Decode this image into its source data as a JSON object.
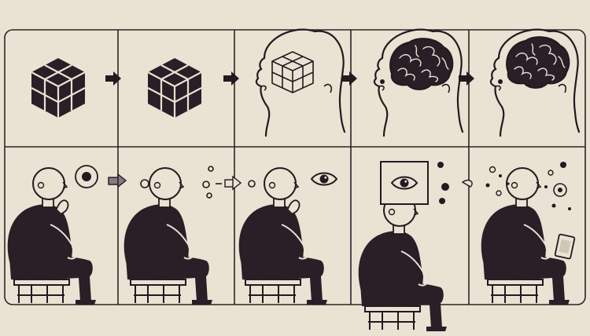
{
  "illustration": {
    "rows": [
      {
        "name": "top-row",
        "panels": [
          {
            "name": "panel-cube-1",
            "content": "cube"
          },
          {
            "name": "panel-cube-2",
            "content": "cube"
          },
          {
            "name": "panel-head-cube",
            "content": "head-with-cube"
          },
          {
            "name": "panel-head-brain-1",
            "content": "head-with-brain"
          },
          {
            "name": "panel-head-brain-2",
            "content": "head-with-brain"
          }
        ]
      },
      {
        "name": "bottom-row",
        "panels": [
          {
            "name": "panel-thinker-1",
            "content": "seated-person-thinking"
          },
          {
            "name": "panel-thinker-2",
            "content": "seated-person-thought-dots"
          },
          {
            "name": "panel-thinker-3",
            "content": "seated-person-eye-thought"
          },
          {
            "name": "panel-eye-head",
            "content": "seated-person-eye-box-head"
          },
          {
            "name": "panel-phone",
            "content": "seated-person-holding-phone"
          }
        ]
      }
    ],
    "colors": {
      "background": "#e9e3d3",
      "ink": "#221a1f",
      "fill_dark": "#2a1f26",
      "line": "#2c2428"
    }
  }
}
